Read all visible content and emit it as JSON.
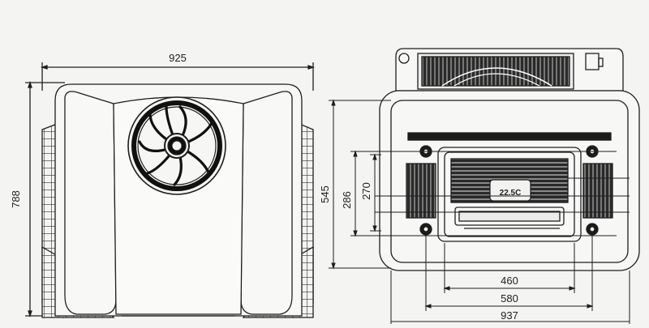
{
  "dimensions": {
    "top_width": "925",
    "top_height": "788",
    "bottom_mount_h1": "545",
    "bottom_mount_h2": "286",
    "bottom_mount_h3": "270",
    "bottom_width_inner": "460",
    "bottom_width_mid": "580",
    "bottom_width_outer": "937"
  },
  "display": {
    "temperature": "22.5C"
  },
  "colors": {
    "line": "#1e1e1e",
    "background": "#f4f4f2",
    "grille": "#2a2a2a"
  }
}
